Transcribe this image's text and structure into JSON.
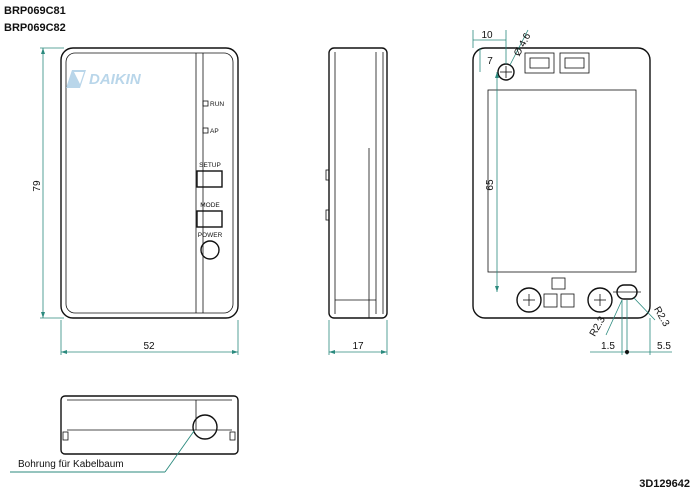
{
  "header": {
    "model_1": "BRP069C81",
    "model_2": "BRP069C82"
  },
  "front_view": {
    "brand": "DAIKIN",
    "labels": {
      "run": "RUN",
      "ap": "AP",
      "setup": "SETUP",
      "mode": "MODE",
      "power": "POWER"
    },
    "dim_width": "52",
    "dim_height": "79"
  },
  "side_view": {
    "dim_depth": "17"
  },
  "back_view": {
    "dim_10": "10",
    "dim_hole": "Ø 4.6",
    "dim_7": "7",
    "dim_65": "65",
    "dim_r23_left": "R2.3",
    "dim_r23_right": "R2.3",
    "dim_15": "1.5",
    "dim_55": "5.5"
  },
  "bottom_view": {
    "note": "Bohrung für Kabelbaum"
  },
  "footer": {
    "drawing_number": "3D129642"
  },
  "colors": {
    "dimension_line": "#2b8a7e",
    "outline": "#111111"
  }
}
